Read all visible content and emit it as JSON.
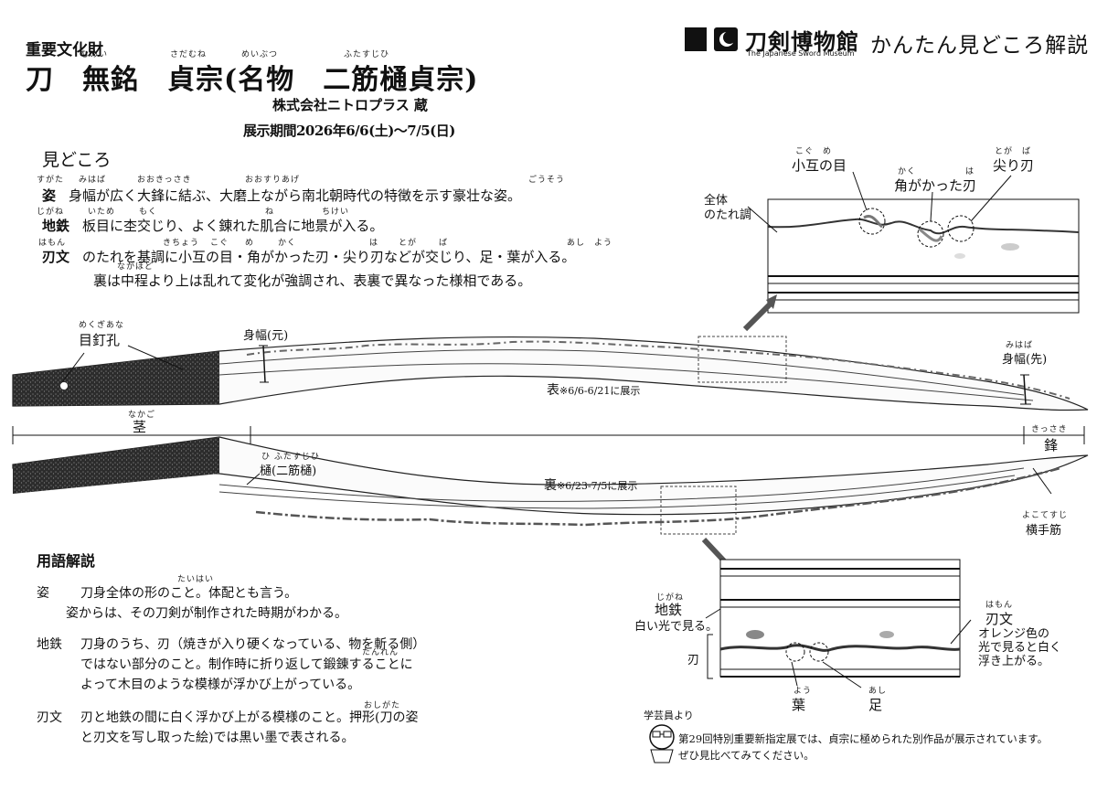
{
  "header": {
    "designation": "重要文化財",
    "title": "刀　無銘　貞宗(名物　二筋樋貞宗)",
    "title_rubies": {
      "mumei": "むめい",
      "sadamune": "さだむね",
      "meibutsu": "めいぶつ",
      "futasujihi": "ふたすじひ"
    },
    "owner": "株式会社ニトロプラス 蔵",
    "period": "展示期間2026年6/6(土)〜7/5(日)"
  },
  "logo": {
    "name": "刀剣博物館",
    "english": "The Japanese Sword Museum",
    "subtitle": "かんたん見どころ解説"
  },
  "points": {
    "heading": "見どころ",
    "items": [
      {
        "key": "姿",
        "key_ruby": "すがた",
        "text": "身幅が広く大鋒に結ぶ、大磨上ながら南北朝時代の特徴を示す豪壮な姿。",
        "rubies": [
          "みはば",
          "おおきっさき",
          "おおすりあげ",
          "ごうそう"
        ]
      },
      {
        "key": "地鉄",
        "key_ruby": "じがね",
        "text": "板目に杢交じり、よく錬れた肌合に地景が入る。",
        "rubies": [
          "いため",
          "もく",
          "ね",
          "ちけい"
        ]
      },
      {
        "key": "刃文",
        "key_ruby": "はもん",
        "text": "のたれを基調に小互の目・角がかった刃・尖り刃などが交じり、足・葉が入る。",
        "rubies": [
          "きちょう",
          "こぐ",
          "め",
          "かく",
          "は",
          "とが",
          "ば",
          "あし",
          "よう"
        ]
      },
      {
        "key": "",
        "key_ruby": "",
        "text": "裏は中程より上は乱れて変化が強調され、表裏で異なった様相である。",
        "rubies": [
          "なかほど"
        ]
      }
    ]
  },
  "zoom_top": {
    "labels": {
      "kogunome": "小互の目",
      "kogunome_ruby": "こぐ　め",
      "kaku": "角がかった刃",
      "kaku_ruby": "かく",
      "kaku_ruby2": "は",
      "togariba": "尖り刃",
      "togariba_ruby": "とが　ば",
      "notare": "全体\nのたれ調"
    }
  },
  "sword_front": {
    "mekugi_ruby": "めくぎあな",
    "mekugi": "目釘孔",
    "mihaba_moto": "身幅(元)",
    "mihaba_saki_ruby": "みはば",
    "mihaba_saki": "身幅(先)",
    "side_note_key": "表",
    "side_note": "※6/6-6/21に展示"
  },
  "ruler": {
    "nakago_ruby": "なかご",
    "nakago": "茎",
    "kissaki_ruby": "きっさき",
    "kissaki": "鋒"
  },
  "sword_back": {
    "hi_ruby": "ひ ふたすじひ",
    "hi": "樋(二筋樋)",
    "side_note_key": "裏",
    "side_note": "※6/23-7/5に展示",
    "yokote_ruby": "よこてすじ",
    "yokote": "横手筋"
  },
  "zoom_bottom": {
    "jigane_ruby": "じがね",
    "jigane": "地鉄",
    "jigane_note": "白い光で見る。",
    "ha": "刃",
    "hamon_ruby": "はもん",
    "hamon": "刃文",
    "hamon_note": "オレンジ色の\n光で見ると白く\n浮き上がる。",
    "you_ruby": "よう",
    "you": "葉",
    "ashi_ruby": "あし",
    "ashi": "足"
  },
  "glossary": {
    "heading": "用語解説",
    "items": [
      {
        "key": "姿",
        "lines": [
          "刀身全体の形のこと。体配とも言う。",
          "姿からは、その刀剣が制作された時期がわかる。"
        ],
        "ruby": "たいはい"
      },
      {
        "key": "地鉄",
        "lines": [
          "刀身のうち、刃（焼きが入り硬くなっている、物を斬る側）",
          "ではない部分のこと。制作時に折り返して鍛錬することに",
          "よって木目のような模様が浮かび上がっている。"
        ],
        "ruby": "たんれん"
      },
      {
        "key": "刃文",
        "lines": [
          "刃と地鉄の間に白く浮かび上がる模様のこと。押形(刀の姿",
          "と刃文を写し取った絵)では黒い墨で表される。"
        ],
        "ruby": "おしがた"
      }
    ]
  },
  "curator": {
    "label": "学芸員より",
    "message_line1": "第29回特別重要新指定展では、貞宗に極められた別作品が展示されています。",
    "message_line2": "ぜひ見比べてみてください。"
  }
}
